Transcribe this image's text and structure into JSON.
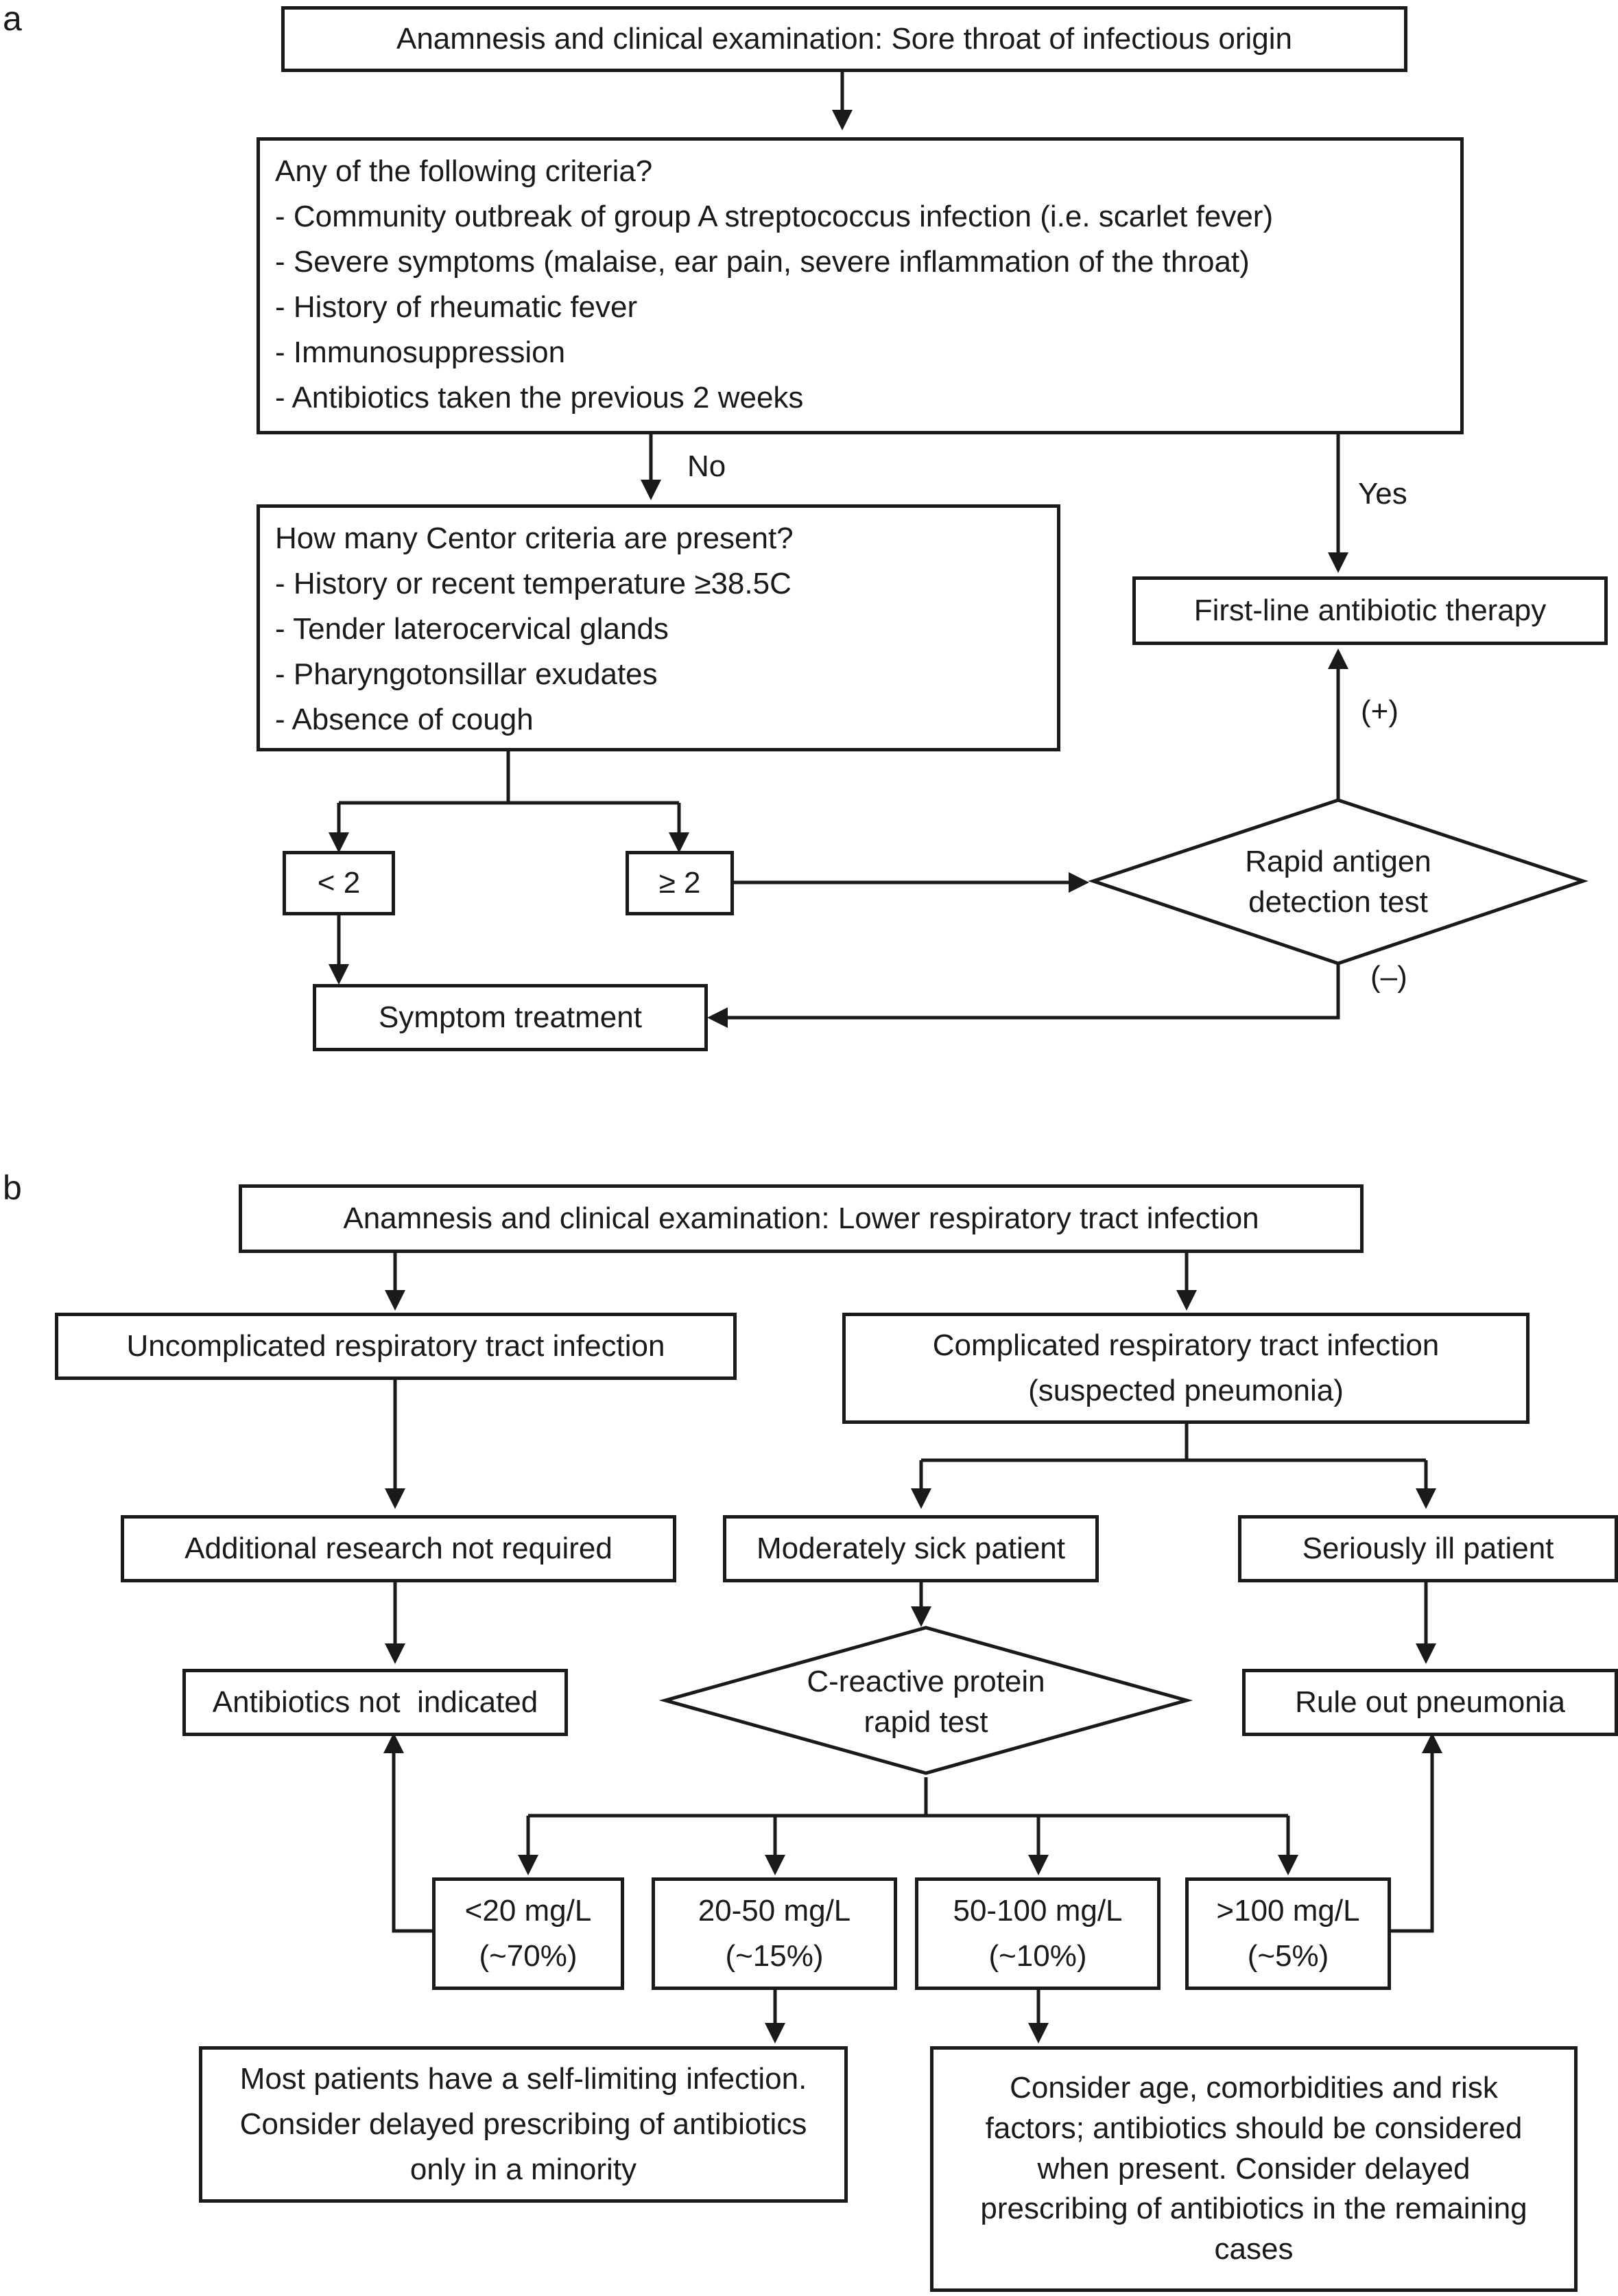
{
  "panel_a": {
    "label": "a",
    "start": "Anamnesis and clinical examination: Sore throat of infectious origin",
    "criteria": {
      "title": "Any of the following criteria?",
      "items": [
        "- Community outbreak of group A streptococcus infection (i.e. scarlet fever)",
        "- Severe symptoms (malaise, ear pain, severe inflammation of the throat)",
        "- History of rheumatic fever",
        "- Immunosuppression",
        "- Antibiotics taken the previous 2 weeks"
      ]
    },
    "edge_no": "No",
    "edge_yes": "Yes",
    "centor": {
      "title": "How many Centor criteria are present?",
      "items": [
        "- History or recent temperature ≥38.5C",
        "- Tender laterocervical glands",
        "- Pharyngotonsillar exudates",
        "- Absence of cough"
      ]
    },
    "lt2": "< 2",
    "ge2": "≥ 2",
    "rapid_test": [
      "Rapid antigen",
      "detection test"
    ],
    "first_line": "First-line antibiotic therapy",
    "positive": "(+)",
    "negative": "(–)",
    "symptom_treatment": "Symptom treatment"
  },
  "panel_b": {
    "label": "b",
    "start": "Anamnesis and clinical examination: Lower respiratory tract infection",
    "uncomplicated": "Uncomplicated respiratory tract infection",
    "complicated": [
      "Complicated respiratory tract infection",
      "(suspected pneumonia)"
    ],
    "additional_research": "Additional research not required",
    "moderately_sick": "Moderately sick patient",
    "seriously_ill": "Seriously ill patient",
    "antibiotics_not_indicated": "Antibiotics not  indicated",
    "crp_test": [
      "C-reactive protein",
      "rapid test"
    ],
    "rule_out": "Rule out pneumonia",
    "crp_bins": [
      {
        "range": "<20 mg/L",
        "share": "(~70%)"
      },
      {
        "range": "20-50 mg/L",
        "share": "(~15%)"
      },
      {
        "range": "50-100 mg/L",
        "share": "(~10%)"
      },
      {
        "range": ">100 mg/L",
        "share": "(~5%)"
      }
    ],
    "self_limiting": "Most patients have a self-limiting infection. Consider delayed prescribing of antibiotics only in a minority",
    "consider_age": "Consider age, comorbidities and risk factors; antibiotics should be considered when present. Consider delayed prescribing of antibiotics in the remaining cases"
  }
}
